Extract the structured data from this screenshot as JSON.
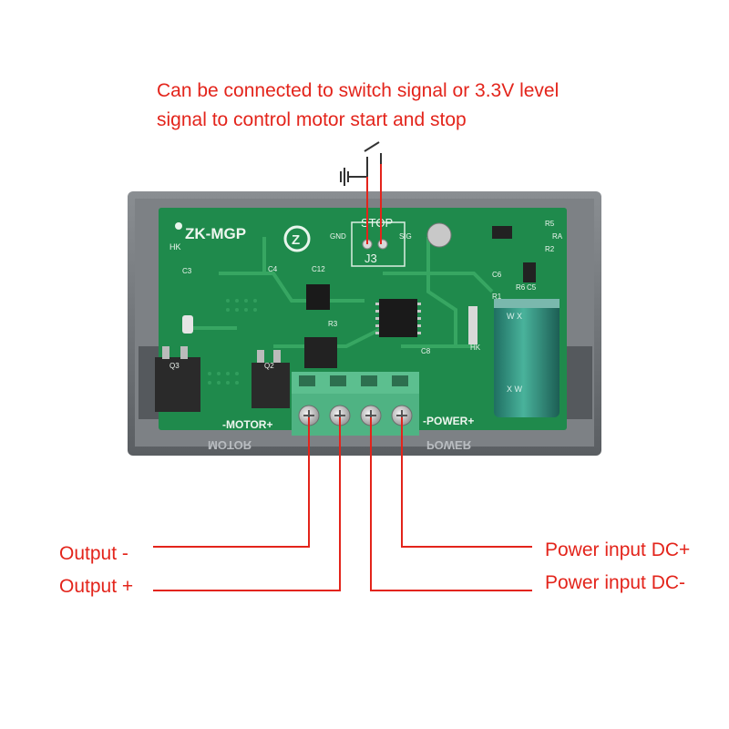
{
  "annotation": {
    "line1": "Can be connected to switch signal or 3.3V level",
    "line2": "signal to control motor start and stop"
  },
  "board": {
    "model": "ZK-MGP",
    "maker": "HK",
    "connector_j3": {
      "title": "STOP",
      "gnd": "GND",
      "sig": "SIG",
      "designator": "J3"
    },
    "terminal_motor": "-MOTOR+",
    "terminal_power": "-POWER+",
    "case_print_motor": "MOTOR",
    "case_print_power": "POWER",
    "components": [
      "C3",
      "C4",
      "C12",
      "R3",
      "C8",
      "C6",
      "Q3",
      "Q2",
      "R1",
      "R2",
      "R5",
      "R6",
      "RA",
      "C5",
      "HK"
    ]
  },
  "callouts": {
    "output_minus": "Output -",
    "output_plus": "Output +",
    "power_plus": "Power input DC+",
    "power_minus": "Power input DC-"
  },
  "colors": {
    "annotation": "#e3241b",
    "pcb": "#1f8a4c",
    "case": "#6d7175",
    "terminal": "#4fb383",
    "capacitor": "#2e8f7b"
  }
}
